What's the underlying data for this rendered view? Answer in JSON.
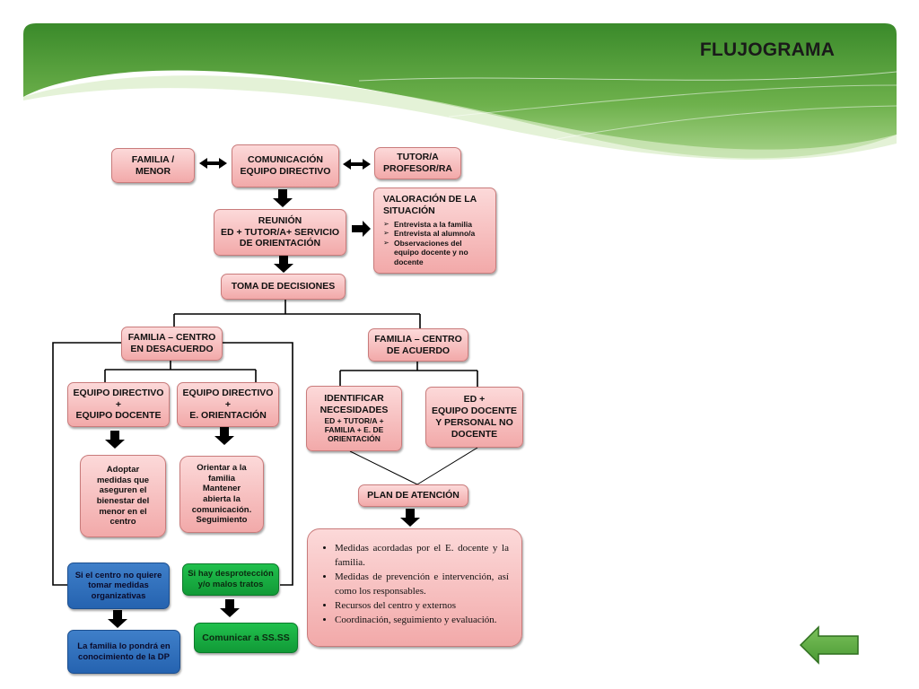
{
  "slide": {
    "title": "FLUJOGRAMA",
    "colors": {
      "banner_dark": "#3f8f2f",
      "banner_light": "#b5d99a",
      "box_pink": "#f5b5b5",
      "box_blue": "#2f72c0",
      "box_green": "#1db548",
      "back_arrow": "#5aa83f"
    },
    "icons": [
      "double-arrow-icon",
      "down-arrow-icon",
      "right-arrow-icon",
      "back-arrow-icon"
    ]
  },
  "flow": {
    "familia_menor": "FAMILIA / MENOR",
    "comunicacion": "COMUNICACIÓN EQUIPO DIRECTIVO",
    "tutor": "TUTOR/A PROFESOR/RA",
    "reunion": [
      "REUNIÓN",
      "ED + TUTOR/A+ SERVICIO",
      "DE ORIENTACIÓN"
    ],
    "valoracion": {
      "title": "VALORACIÓN DE LA SITUACIÓN",
      "items": [
        "Entrevista a la familia",
        "Entrevista al alumno/a",
        "Observaciones del equipo docente y no docente"
      ]
    },
    "toma_decisiones": "TOMA DE DECISIONES",
    "desacuerdo": [
      "FAMILIA – CENTRO",
      "EN DESACUERDO"
    ],
    "acuerdo": [
      "FAMILIA – CENTRO",
      "DE ACUERDO"
    ],
    "ed_docente": [
      "EQUIPO DIRECTIVO",
      "+",
      "EQUIPO DOCENTE"
    ],
    "ed_orientacion": [
      "EQUIPO DIRECTIVO",
      "+",
      "E. ORIENTACIÓN"
    ],
    "adoptar": [
      "Adoptar",
      "medidas que",
      "aseguren el",
      "bienestar del",
      "menor en el",
      "centro"
    ],
    "orientar": [
      "Orientar a la",
      "familia",
      "Mantener",
      "abierta la",
      "comunicación.",
      "Seguimiento"
    ],
    "si_no_quiere": [
      "Si el centro no quiere",
      "tomar medidas",
      "organizativas"
    ],
    "si_desproteccion": [
      "Si hay desprotección",
      "y/o malos tratos"
    ],
    "familia_dp": [
      "La familia lo pondrá en",
      "conocimiento de la DP"
    ],
    "comunicar": "Comunicar a SS.SS",
    "identificar": [
      "IDENTIFICAR",
      "NECESIDADES",
      "ED + TUTOR/A +",
      "FAMILIA + E. DE",
      "ORIENTACIÓN"
    ],
    "ed_personal": [
      "ED +",
      "EQUIPO DOCENTE",
      "Y PERSONAL NO",
      "DOCENTE"
    ],
    "plan_atencion": "PLAN DE ATENCIÓN",
    "plan_items": [
      "Medidas acordadas por el E. docente y la familia.",
      "Medidas de prevención e intervención, así como los responsables.",
      "Recursos del centro y externos",
      "Coordinación, seguimiento y evaluación."
    ]
  }
}
